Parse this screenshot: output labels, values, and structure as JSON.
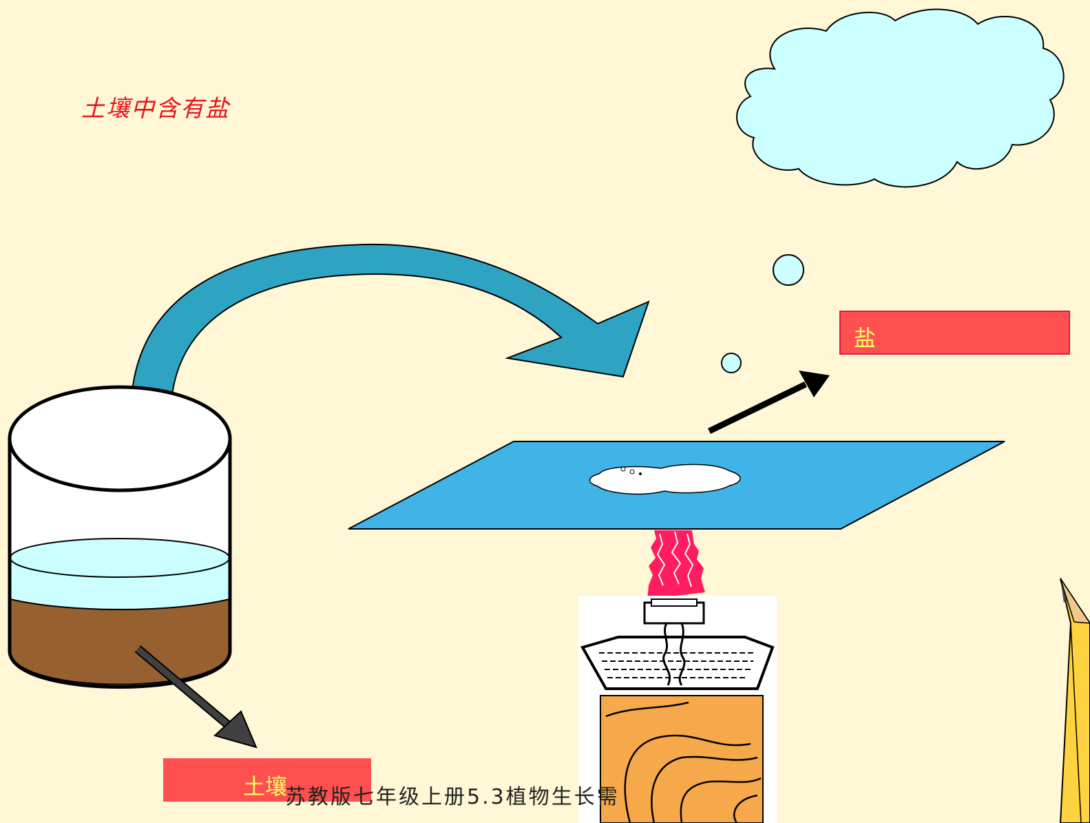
{
  "title": "土壤中含有盐",
  "labels": {
    "salt": "盐",
    "soil": "土壤"
  },
  "footer": {
    "line1": "苏教版七年级上册5.3植物生长需"
  },
  "colors": {
    "background": "#fff7d6",
    "cloud": "#ccffff",
    "curved_arrow": "#2ea3c2",
    "plate": "#40b4e6",
    "flame": "#ff1c60",
    "soil": "#976030",
    "label_box": "#ff5050",
    "label_text": "#ffff66",
    "title": "#e8141c"
  },
  "icons": [
    "beaker-icon",
    "curved-arrow-icon",
    "cloud-icon",
    "evaporating-plate-icon",
    "alcohol-lamp-icon",
    "pencil-icon"
  ]
}
